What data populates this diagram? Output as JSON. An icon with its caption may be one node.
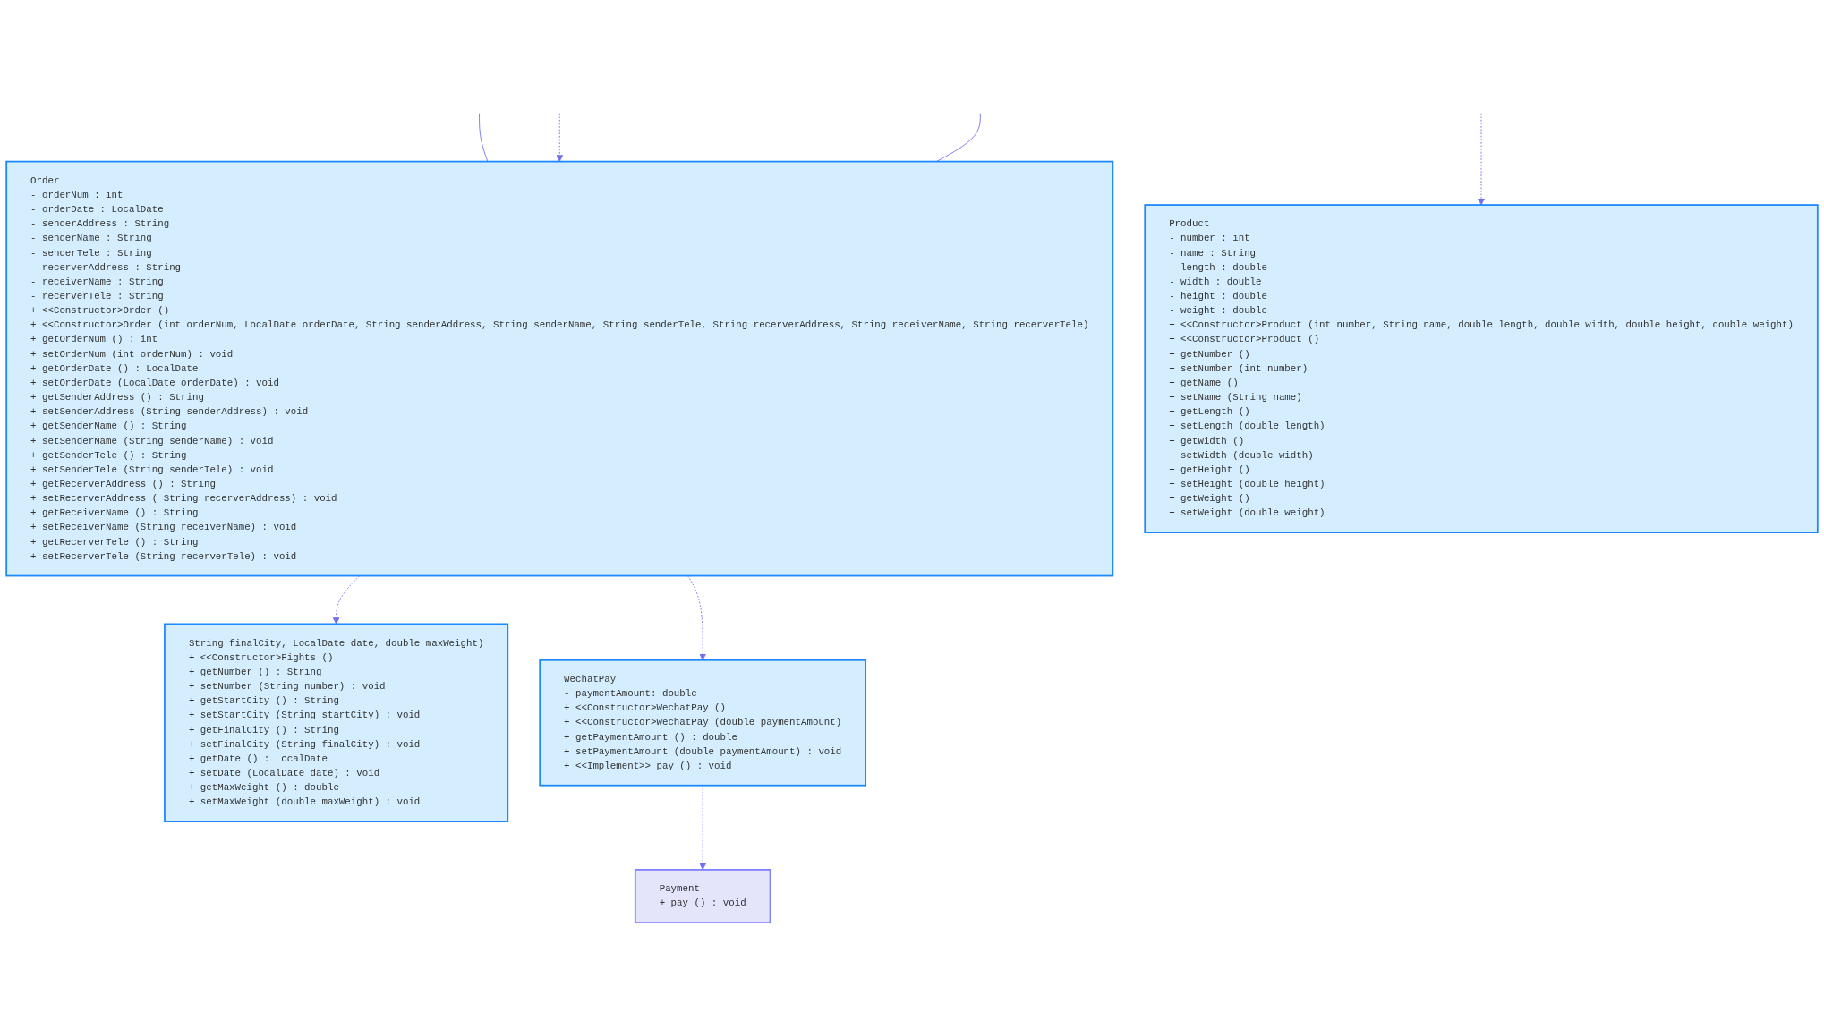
{
  "diagram": {
    "nodes": [
      {
        "text": [
          "String finalCity, LocalDate date, double maxWeight)",
          "+ <<Constructor>Fights ()",
          "+ getNumber () : String",
          "+ setNumber (String number) : void",
          "+ getStartCity () : String",
          "+ setStartCity (String startCity) : void",
          "+ getFinalCity () : String",
          "+ setFinalCity (String finalCity) : void",
          "+ getDate () : LocalDate",
          "+ setDate (LocalDate date) : void",
          "+ getMaxWeight () : double",
          "+ setMaxWeight (double maxWeight) : void"
        ]
      },
      {
        "text": [
          "Order",
          "- orderNum : int",
          "- orderDate : LocalDate",
          "- senderAddress : String",
          "- senderName : String",
          "- senderTele : String",
          "- recerverAddress : String",
          "- receiverName : String",
          "- recerverTele : String",
          "+ <<Constructor>Order ()",
          "+ <<Constructor>Order (int orderNum, LocalDate orderDate, String senderAddress, String senderName, String senderTele, String recerverAddress, String receiverName, String recerverTele)",
          "+ getOrderNum () : int",
          "+ setOrderNum (int orderNum) : void",
          "+ getOrderDate () : LocalDate",
          "+ setOrderDate (LocalDate orderDate) : void",
          "+ getSenderAddress () : String",
          "+ setSenderAddress (String senderAddress) : void",
          "+ getSenderName () : String",
          "+ setSenderName (String senderName) : void",
          "+ getSenderTele () : String",
          "+ setSenderTele (String senderTele) : void",
          "+ getRecerverAddress () : String",
          "+ setRecerverAddress ( String recerverAddress) : void",
          "+ getReceiverName () : String",
          "+ setReceiverName (String receiverName) : void",
          "+ getRecerverTele () : String",
          "+ setRecerverTele (String recerverTele) : void"
        ]
      },
      {
        "text": [
          "Product",
          "- number : int",
          "- name : String",
          "- length : double",
          "- width : double",
          "- height : double",
          "- weight : double",
          "+ <<Constructor>Product (int number, String name, double length, double width, double height, double weight)",
          "+ <<Constructor>Product ()",
          "+ getNumber ()",
          "+ setNumber (int number)",
          "+ getName ()",
          "+ setName (String name)",
          "+ getLength ()",
          "+ setLength (double length)",
          "+ getWidth ()",
          "+ setWidth (double width)",
          "+ getHeight ()",
          "+ setHeight (double height)",
          "+ getWeight ()",
          "+ setWeight (double weight)"
        ]
      },
      {
        "text": [
          "WechatPay",
          "- paymentAmount: double",
          "+ <<Constructor>WechatPay ()",
          "+ <<Constructor>WechatPay (double paymentAmount)",
          "+ getPaymentAmount () : double",
          "+ setPaymentAmount (double paymentAmount) : void",
          "+ <<Implement>> pay () : void"
        ]
      },
      {
        "text": [
          "Payment",
          "+ pay () : void"
        ]
      }
    ],
    "edges": [
      {
        "from": 1,
        "to": 0,
        "arrow": "to",
        "style": "dashed"
      },
      {
        "from": null,
        "to": 1,
        "arrow": "none"
      },
      {
        "from": null,
        "to": 1,
        "arrow": "to",
        "style": "dashed"
      },
      {
        "from": null,
        "to": 1,
        "arrow": "none"
      },
      {
        "from": null,
        "to": 2,
        "arrow": "to",
        "style": "dashed"
      },
      {
        "from": 1,
        "to": 3,
        "arrow": "to",
        "style": "dashed"
      },
      {
        "from": 3,
        "to": 4,
        "arrow": "to",
        "style": "dashed"
      }
    ]
  }
}
